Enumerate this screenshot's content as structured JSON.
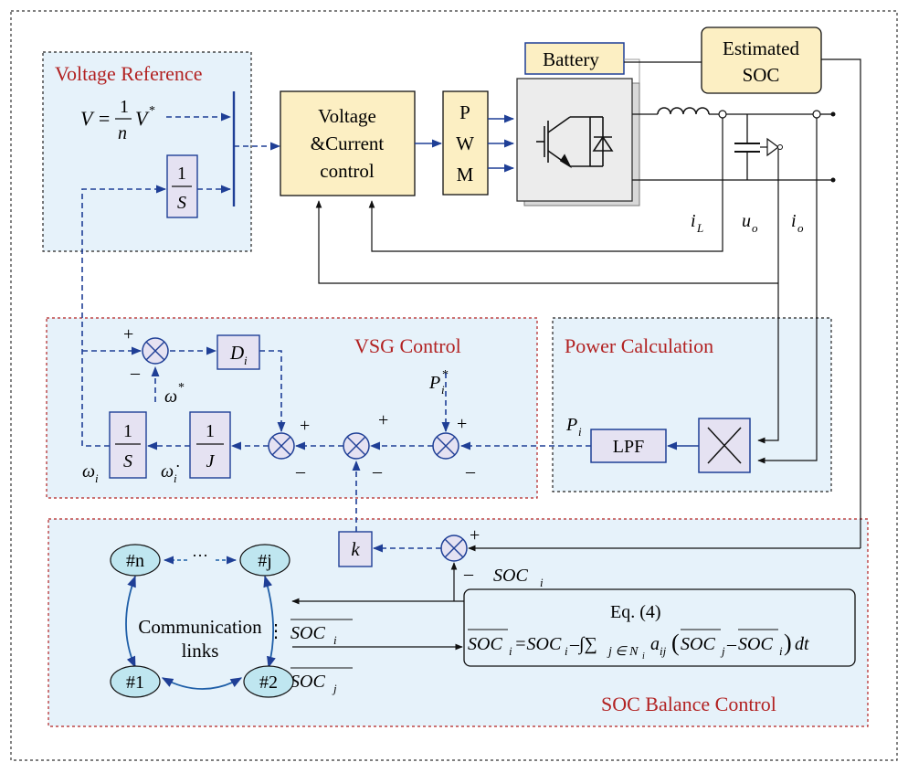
{
  "sections": {
    "voltage_reference": "Voltage Reference",
    "vsg_control": "VSG Control",
    "power_calculation": "Power Calculation",
    "soc_balance": "SOC Balance Control"
  },
  "voltage_ref": {
    "v_prefix": "V = ",
    "frac_num": "1",
    "frac_den": "n",
    "v_suffix": "V",
    "v_star": "*",
    "integrator_num": "1",
    "integrator_den": "S"
  },
  "blocks": {
    "vc_line1": "Voltage",
    "vc_line2": "&Current",
    "vc_line3": "control",
    "pwm_p": "P",
    "pwm_w": "W",
    "pwm_m": "M",
    "battery": "Battery",
    "est_line1": "Estimated",
    "est_line2": "SOC",
    "lpf": "LPF",
    "damping_main": "D",
    "damping_sub": "i",
    "inertia_num": "1",
    "inertia_den": "J",
    "integ2_num": "1",
    "integ2_den": "S",
    "k": "k"
  },
  "signals": {
    "iL_main": "i",
    "iL_sub": "L",
    "uo_main": "u",
    "uo_sub": "o",
    "io_main": "i",
    "io_sub": "o",
    "Pi_main": "P",
    "Pi_sub": "i",
    "Pistar_main": "P",
    "Pistar_sub": "i",
    "Pistar_sup": "*",
    "omega_star": "ω",
    "omega_star_sup": "*",
    "omega_i_main": "ω",
    "omega_i_sub": "i",
    "omegadot_main": "ω̇",
    "omegadot_sub": "i",
    "soc_i": "SOC",
    "soc_i_sub": "i",
    "soc_bar_i": "SOC",
    "soc_bar_i_sub": "i",
    "soc_bar_j": "SOC",
    "soc_bar_j_sub": "j"
  },
  "signs": {
    "plus": "+",
    "minus": "–"
  },
  "equation": {
    "label": "Eq. (4)",
    "lhs": "SOC",
    "lhs_sub": "i",
    "rhs": "=SOC",
    "rhs_sub": "i",
    "integral": "–∫∑",
    "sum_sub": "j ∈ N",
    "sum_sub2": "i",
    "aij": "a",
    "aij_sub": "ij",
    "paren_open": "(",
    "socj": "SOC",
    "socj_sub": "j",
    "minus": "–",
    "soci": "SOC",
    "soci_sub": "i",
    "paren_close": ")",
    "dt": "dt"
  },
  "network": {
    "nodes": [
      "#n",
      "#j",
      "#1",
      "#2"
    ],
    "ellipsis": "···",
    "vdots": "⋮",
    "links_line1": "Communication",
    "links_line2": "links"
  },
  "colors": {
    "block_fill": "#fcefc3",
    "panel_fill": "#e6f2fa",
    "small_block_fill": "#e5e2f2",
    "blue_line": "#1f3f96",
    "red_border": "#b22222",
    "node_fill": "#bfe6f0"
  }
}
